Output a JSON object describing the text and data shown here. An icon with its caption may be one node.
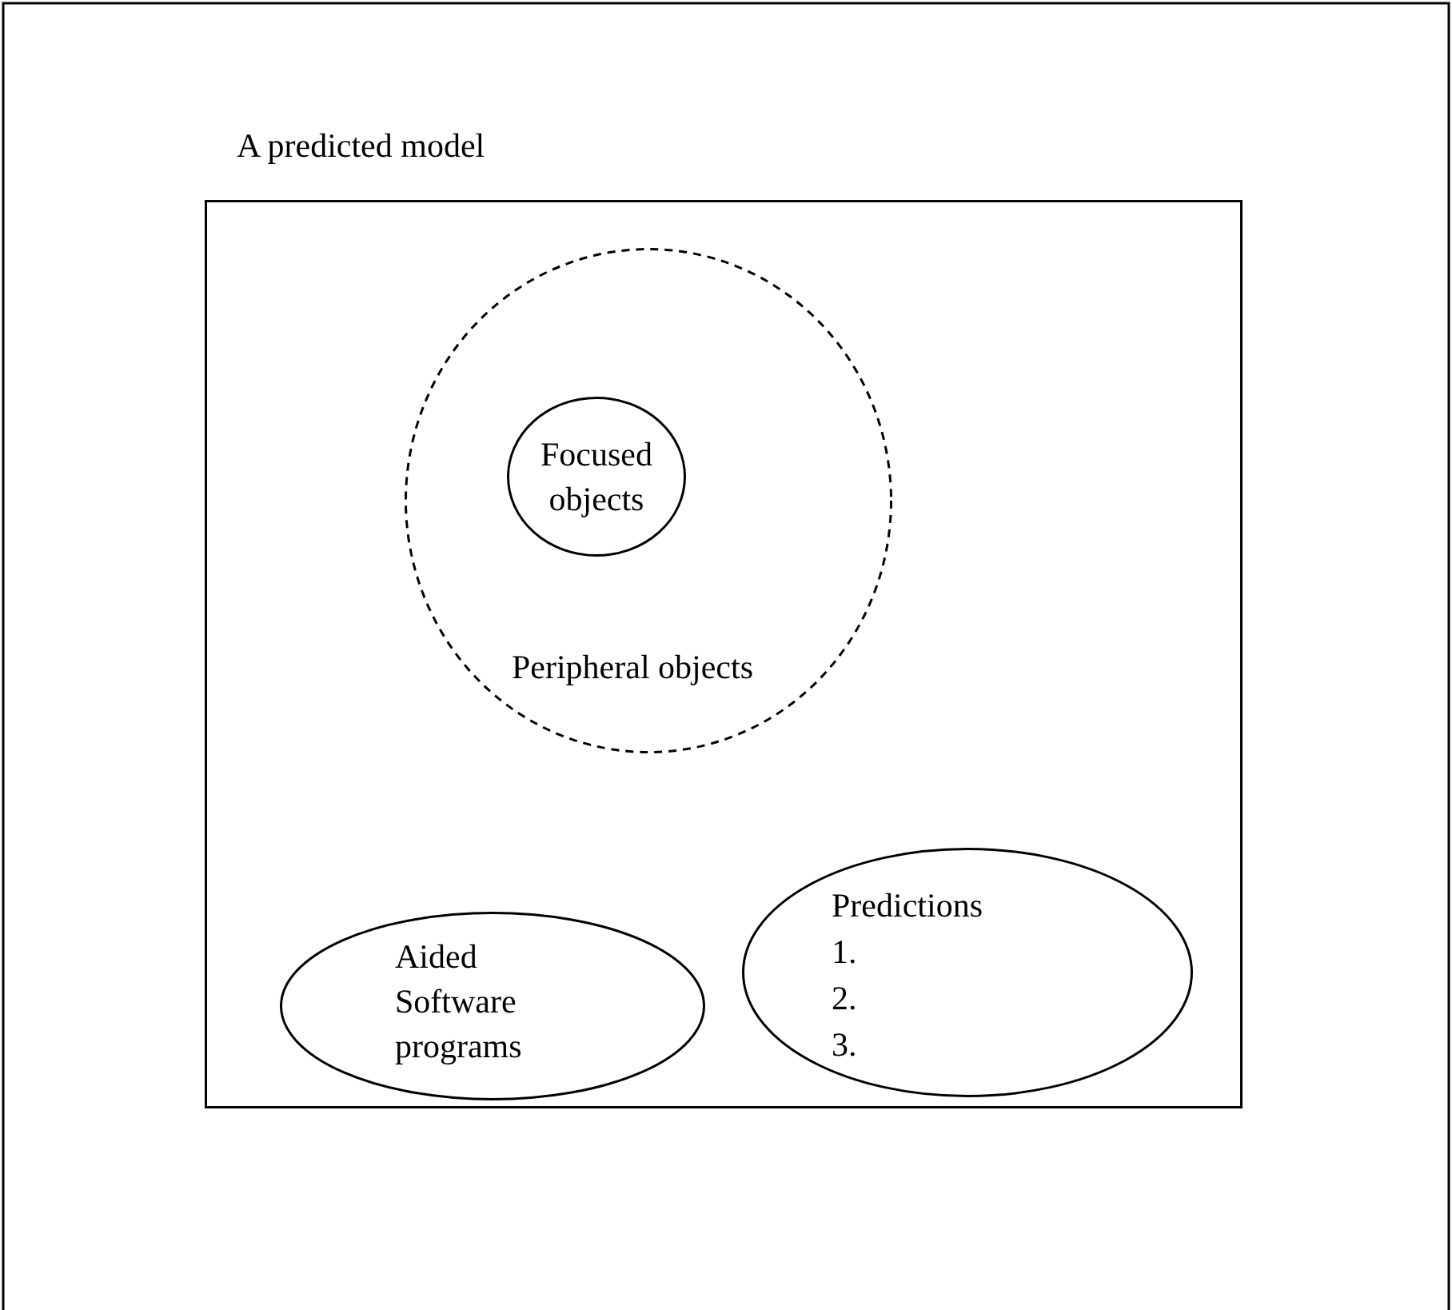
{
  "diagram": {
    "nodes": [
      {
        "text": [
          "A predicted model"
        ]
      },
      {
        "text": [
          "Peripheral objects"
        ],
        "in": 0
      },
      {
        "text": [
          "Focused objects"
        ],
        "in": 1
      },
      {
        "text": [
          "Aided Software programs"
        ],
        "in": 0
      },
      {
        "text": [
          "Predictions",
          "1.",
          "2.",
          "3."
        ],
        "in": 0
      }
    ]
  }
}
